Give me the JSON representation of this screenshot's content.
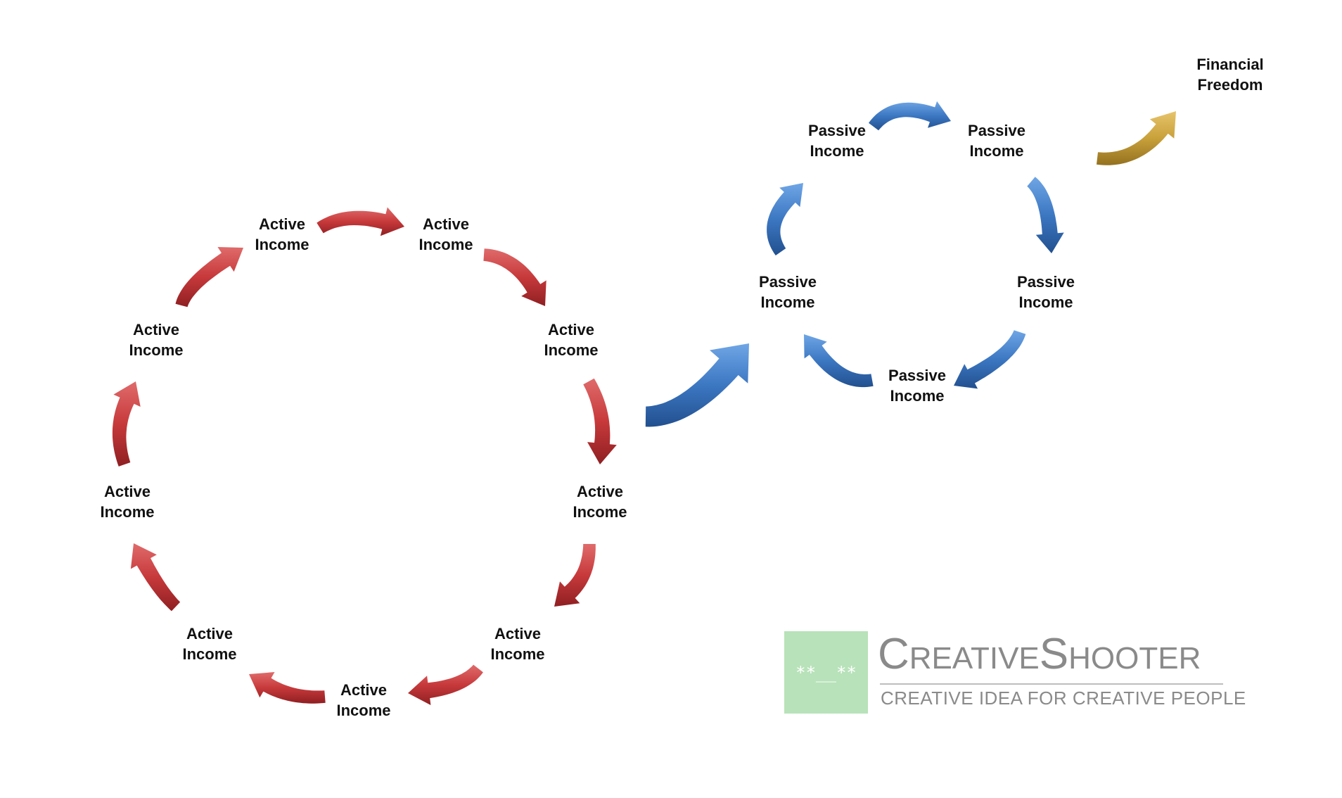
{
  "colors": {
    "active_arrow": "#c0353a",
    "passive_arrow": "#3c77c2",
    "freedom_arrow": "#c9a13b",
    "logo_green": "#b8e2b9",
    "logo_text": "#8a8a8a"
  },
  "active_cycle": {
    "labels": [
      {
        "line1": "Active",
        "line2": "Income"
      },
      {
        "line1": "Active",
        "line2": "Income"
      },
      {
        "line1": "Active",
        "line2": "Income"
      },
      {
        "line1": "Active",
        "line2": "Income"
      },
      {
        "line1": "Active",
        "line2": "Income"
      },
      {
        "line1": "Active",
        "line2": "Income"
      },
      {
        "line1": "Active",
        "line2": "Income"
      },
      {
        "line1": "Active",
        "line2": "Income"
      },
      {
        "line1": "Active",
        "line2": "Income"
      }
    ]
  },
  "passive_cycle": {
    "labels": [
      {
        "line1": "Passive",
        "line2": "Income"
      },
      {
        "line1": "Passive",
        "line2": "Income"
      },
      {
        "line1": "Passive",
        "line2": "Income"
      },
      {
        "line1": "Passive",
        "line2": "Income"
      },
      {
        "line1": "Passive",
        "line2": "Income"
      }
    ]
  },
  "goal": {
    "line1": "Financial",
    "line2": "Freedom"
  },
  "logo": {
    "face": "**__**",
    "name_c": "C",
    "name_reative": "REATIVE",
    "name_s": "S",
    "name_hooter": "HOOTER",
    "tagline": "CREATIVE IDEA FOR CREATIVE PEOPLE"
  }
}
